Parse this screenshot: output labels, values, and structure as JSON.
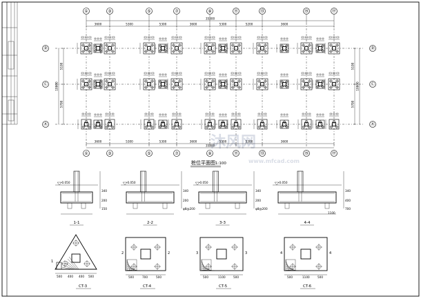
{
  "grid_columns": [
    "①",
    "③",
    "⑤",
    "⑦",
    "⑨",
    "⑪",
    "⑬",
    "⑮",
    "⑰"
  ],
  "grid_rows": [
    "Ⓓ",
    "Ⓒ",
    "Ⓐ"
  ],
  "top_dims": [
    "3600",
    "5300",
    "5300",
    "3600",
    "5300",
    "5200",
    "3600"
  ],
  "top_total": "35300",
  "bottom_dims": [
    "3600",
    "5300",
    "5300",
    "3600",
    "5300",
    "5300",
    "3600"
  ],
  "bottom_total": "35300",
  "side_dims": [
    "5100",
    "5700"
  ],
  "side_total": "10800",
  "plan_title": "桩位平面图",
  "plan_scale": "1:100",
  "sections": [
    {
      "label": "1-1",
      "ann": [
        "-0.050",
        "340",
        "200",
        "150"
      ]
    },
    {
      "label": "2-2",
      "ann": [
        "-0.050",
        "340",
        "200",
        "φ8@200"
      ]
    },
    {
      "label": "3-3",
      "ann": [
        "-0.050",
        "340",
        "200",
        "φ8@200"
      ]
    },
    {
      "label": "4-4",
      "ann": [
        "-0.050",
        "340",
        "400",
        "700",
        "1100"
      ]
    }
  ],
  "caps": [
    {
      "label": "CT-3",
      "ann": [
        "1",
        "500",
        "400",
        "400",
        "500"
      ]
    },
    {
      "label": "CT-4",
      "ann": [
        "2",
        "2",
        "500",
        "700",
        "500"
      ]
    },
    {
      "label": "CT-5",
      "ann": [
        "3",
        "3",
        "500",
        "1100",
        "500"
      ]
    },
    {
      "label": "CT-6",
      "ann": [
        "4",
        "4",
        "500",
        "1100",
        "500"
      ]
    }
  ],
  "watermark": "沐风网",
  "watermark_url": "www.mfcad.com"
}
